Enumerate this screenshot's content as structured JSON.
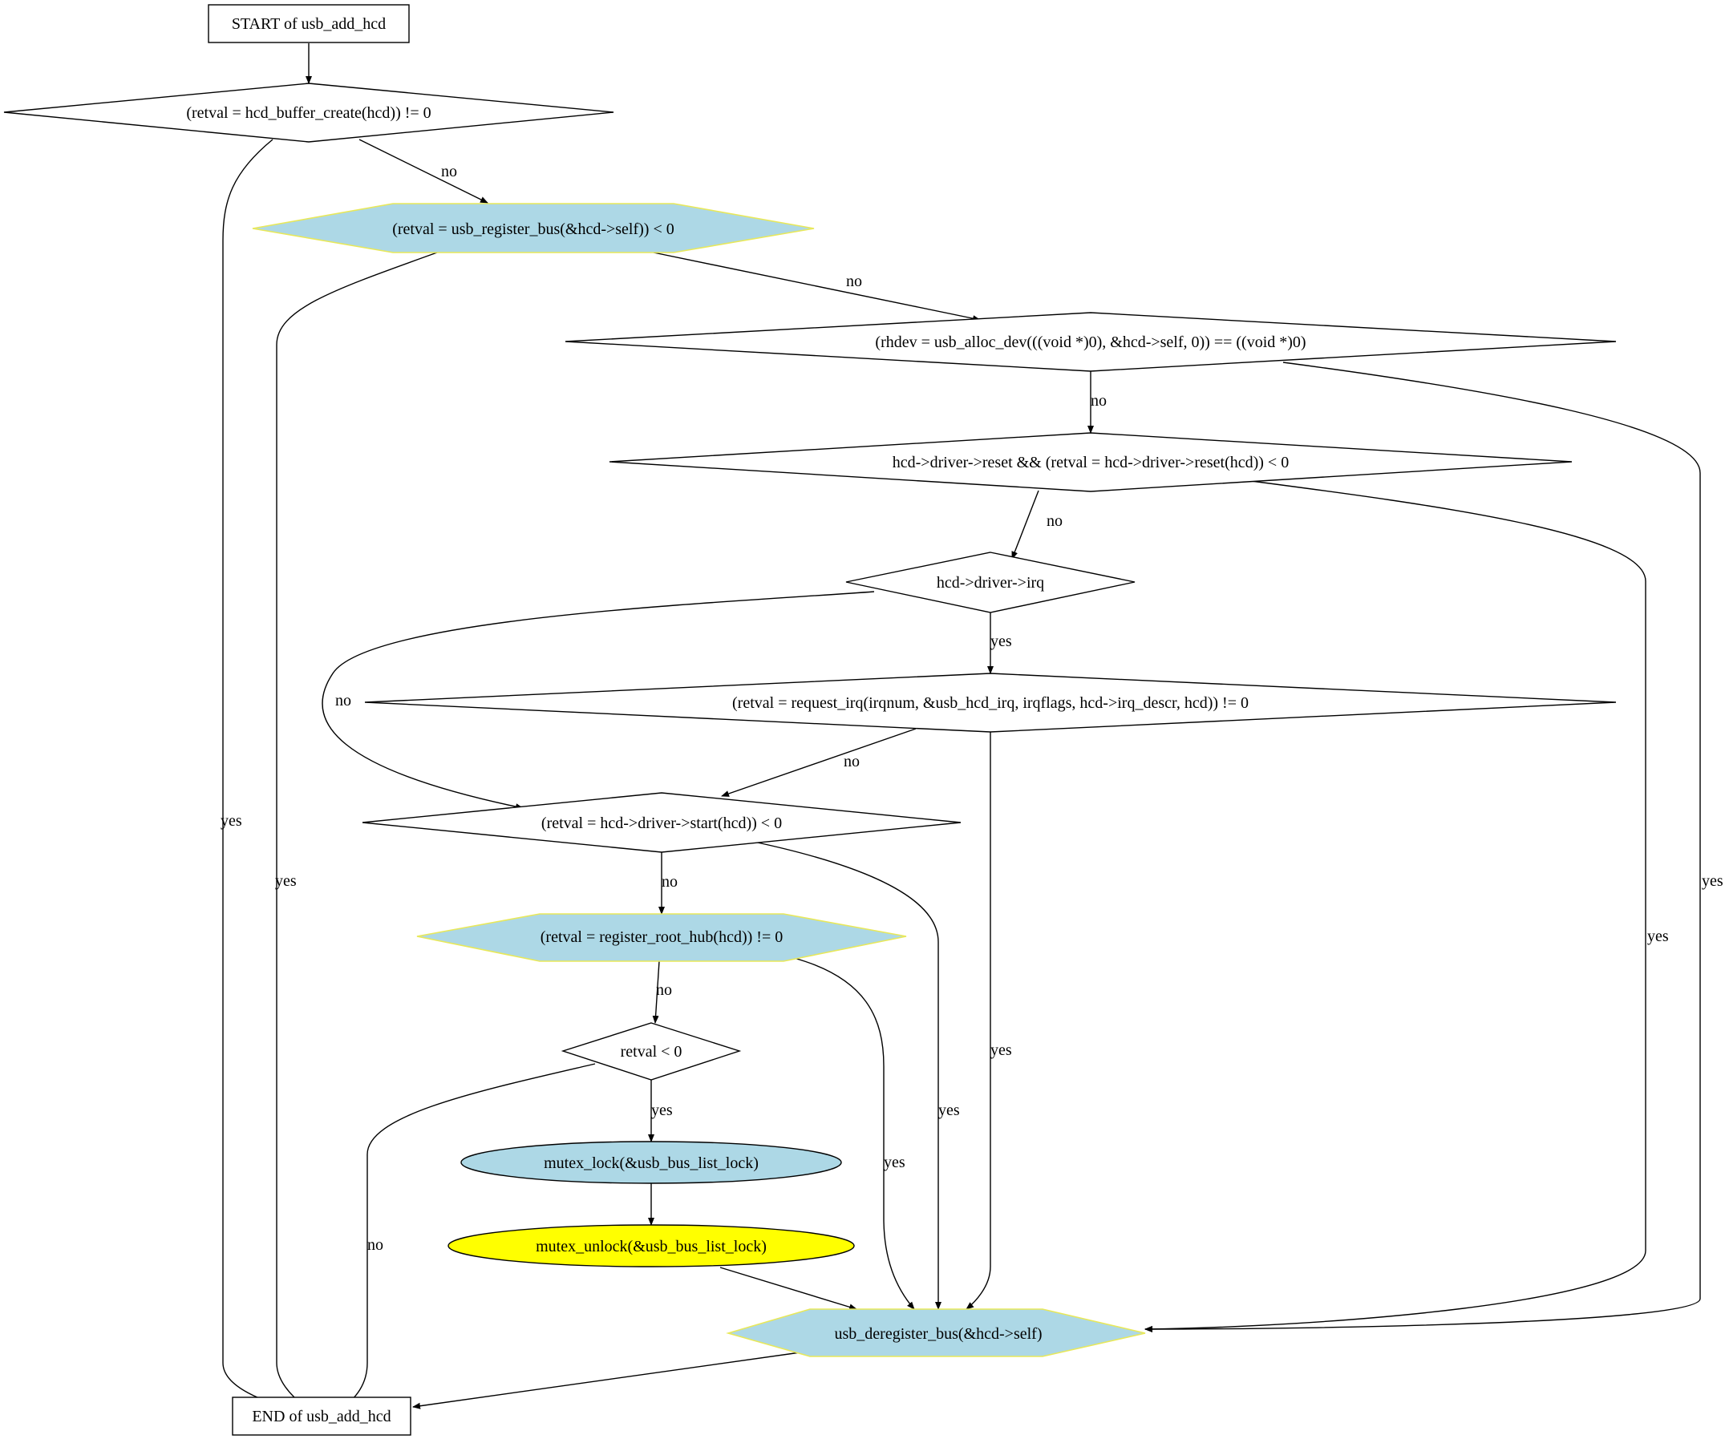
{
  "nodes": {
    "start": "START of usb_add_hcd",
    "buffer_create": "(retval = hcd_buffer_create(hcd)) != 0",
    "register_bus": "(retval = usb_register_bus(&hcd->self)) < 0",
    "alloc_dev": "(rhdev = usb_alloc_dev(((void *)0), &hcd->self, 0)) == ((void *)0)",
    "driver_reset": "hcd->driver->reset && (retval = hcd->driver->reset(hcd)) < 0",
    "driver_irq": "hcd->driver->irq",
    "request_irq": "(retval = request_irq(irqnum, &usb_hcd_irq, irqflags, hcd->irq_descr, hcd)) != 0",
    "driver_start": "(retval = hcd->driver->start(hcd)) < 0",
    "register_root_hub": "(retval = register_root_hub(hcd)) != 0",
    "retval_lt0": "retval < 0",
    "mutex_lock": "mutex_lock(&usb_bus_list_lock)",
    "mutex_unlock": "mutex_unlock(&usb_bus_list_lock)",
    "deregister_bus": "usb_deregister_bus(&hcd->self)",
    "end": "END of usb_add_hcd"
  },
  "edge_labels": {
    "yes": "yes",
    "no": "no"
  },
  "colors": {
    "process_fill": "#add8e6",
    "process_border": "#e8e85a",
    "highlight_fill": "#ffff00"
  }
}
